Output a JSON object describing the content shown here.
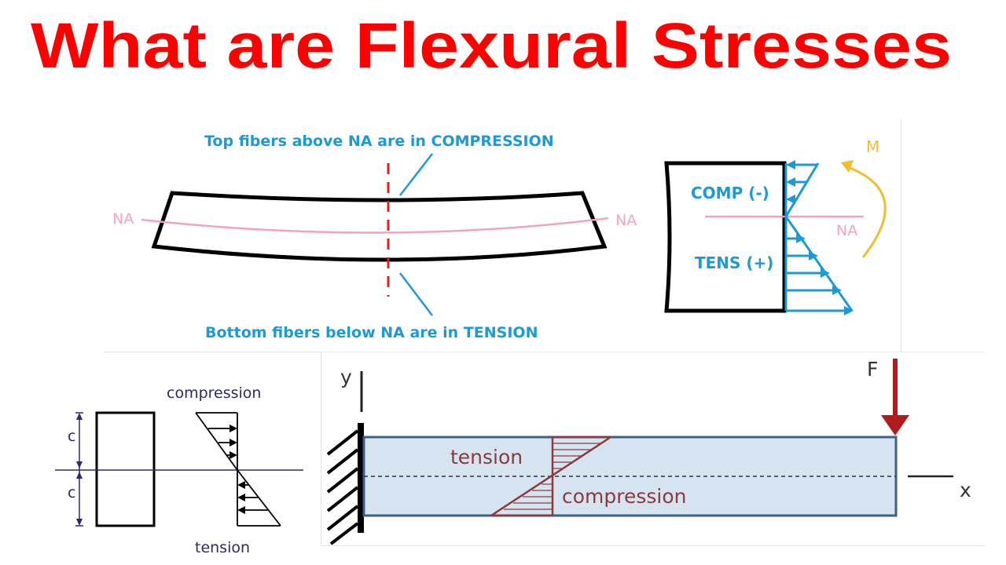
{
  "title": "What are Flexural Stresses",
  "bent_beam": {
    "top_note": "Top fibers above NA are in COMPRESSION",
    "bottom_note": "Bottom fibers below NA are in TENSION",
    "na_left": "NA",
    "na_right": "NA"
  },
  "section_stress": {
    "comp_label": "COMP (-)",
    "tens_label": "TENS (+)",
    "na_label": "NA",
    "moment_label": "M"
  },
  "rect_section": {
    "compression_label": "compression",
    "tension_label": "tension",
    "c_top": "c",
    "c_bottom": "c"
  },
  "cantilever": {
    "y_label": "y",
    "x_label": "x",
    "force_label": "F",
    "tension_label": "tension",
    "compression_label": "compression"
  },
  "colors": {
    "title_red": "#ff0000",
    "note_blue": "#1c9ad6",
    "neutral_axis_pink": "#f4a3bd",
    "moment_yellow": "#f2bd2a",
    "section_navy": "#2b2a6e",
    "force_red": "#b01c1c",
    "stress_brown": "#8a3b3b",
    "beam_fill": "#d6e4f1",
    "beam_outline": "#3d5f8a"
  }
}
